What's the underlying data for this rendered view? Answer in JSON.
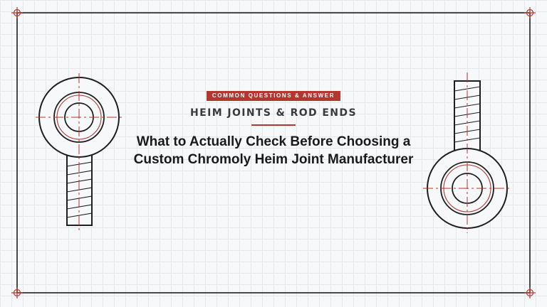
{
  "hero": {
    "badge": "COMMON QUESTIONS & ANSWER",
    "category": "HEIM JOINTS & ROD ENDS",
    "title_line1": "What to Actually Check Before Choosing a",
    "title_line2": "Custom Chromoly Heim Joint Manufacturer"
  },
  "colors": {
    "accent": "#b5352f",
    "ink": "#1f1f1f",
    "grid": "#e3e7ee",
    "background": "#f7f8fa"
  },
  "icons": [
    "corner-crosshair-icon",
    "rod-end-drawing-left",
    "rod-end-drawing-right"
  ]
}
